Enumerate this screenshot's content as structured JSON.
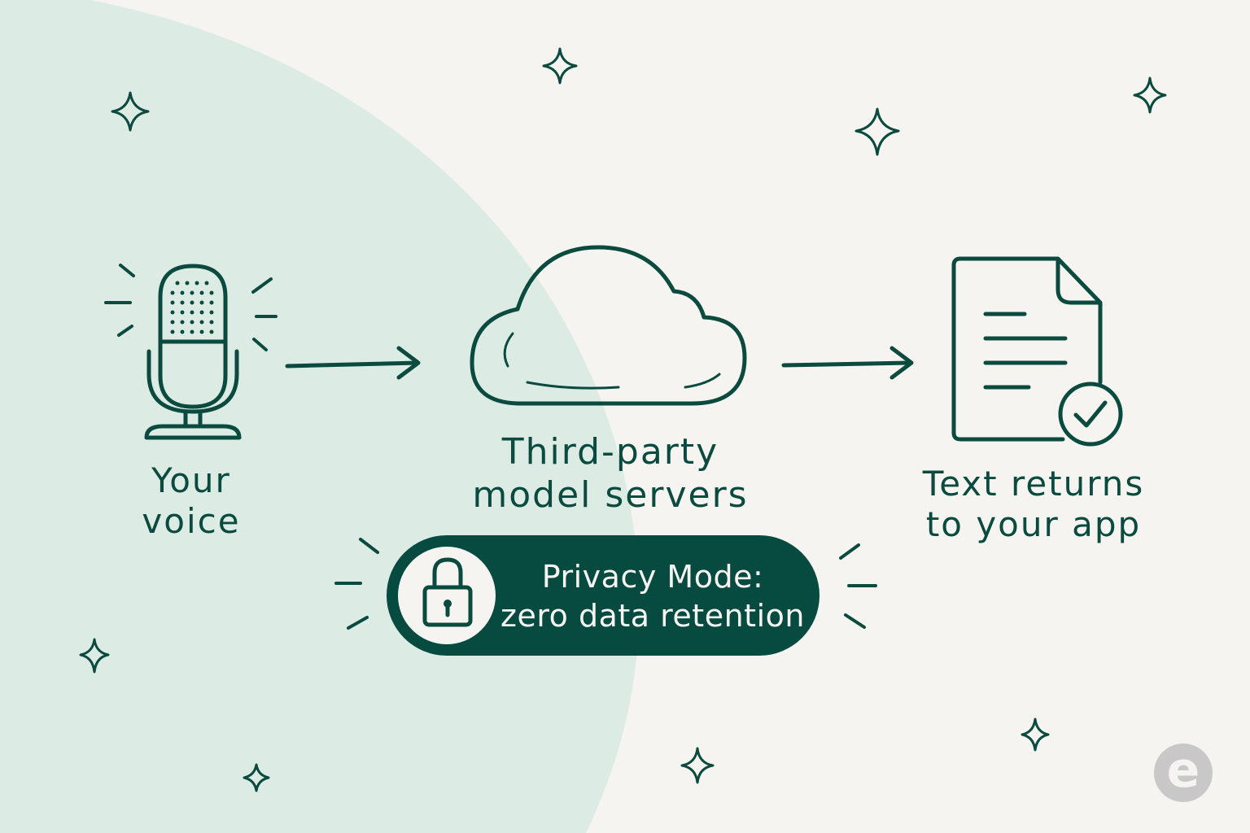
{
  "diagram": {
    "colors": {
      "ink": "#0b4a3e",
      "background": "#f5f4f0",
      "blob": "#dcebe4",
      "badge_fill": "#064a40",
      "brand_logo": "#c8c8c8"
    },
    "steps": [
      {
        "icon": "microphone-icon",
        "label_lines": [
          "Your",
          "voice"
        ]
      },
      {
        "icon": "cloud-icon",
        "label_lines": [
          "Third-party",
          "model servers"
        ]
      },
      {
        "icon": "document-check-icon",
        "label_lines": [
          "Text returns",
          "to your app"
        ]
      }
    ],
    "flow": [
      "arrow-right-icon",
      "arrow-right-icon"
    ],
    "badge": {
      "icon": "lock-icon",
      "line1": "Privacy Mode:",
      "line2": "zero data retention"
    },
    "brand": {
      "icon": "brand-e-logo",
      "letter": "e"
    },
    "decorations": "sparkle-icon"
  }
}
